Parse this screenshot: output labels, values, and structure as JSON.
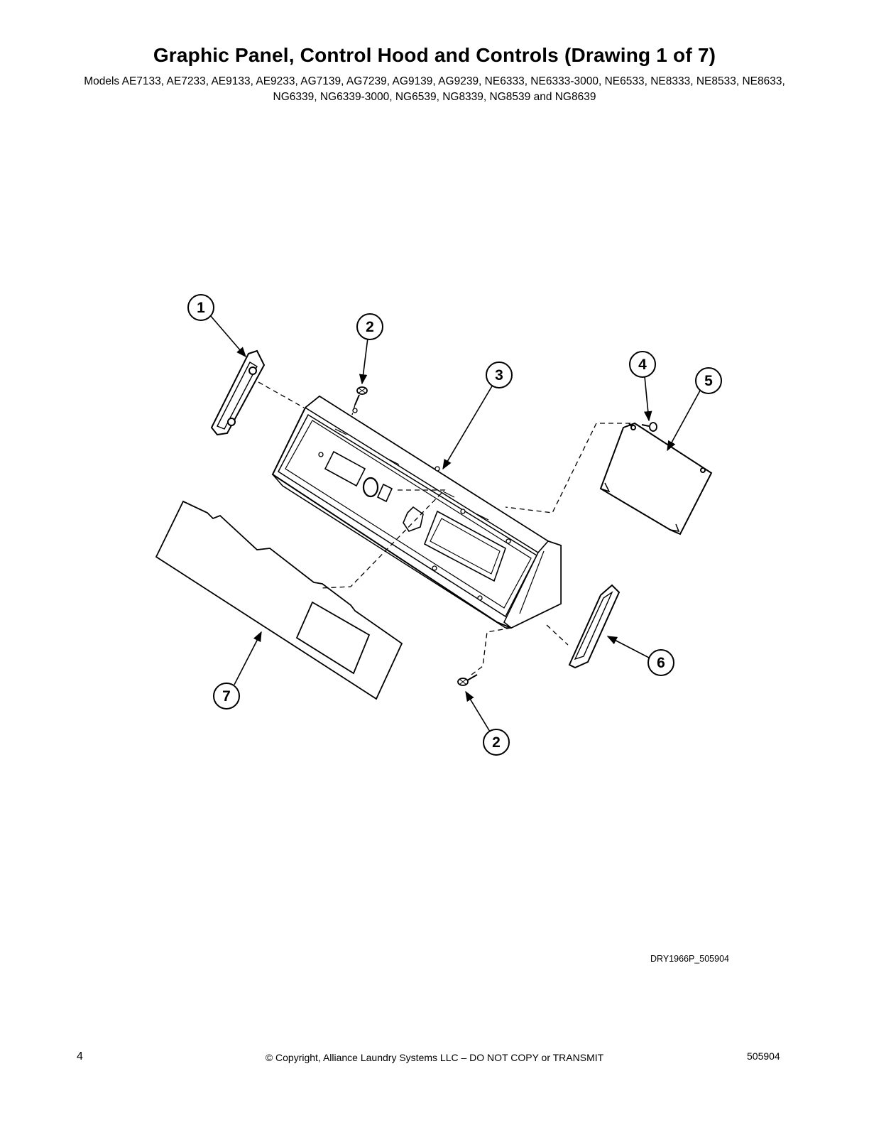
{
  "header": {
    "title": "Graphic Panel, Control Hood and Controls (Drawing 1 of 7)",
    "models": "Models AE7133, AE7233, AE9133, AE9233, AG7139, AG7239, AG9139, AG9239, NE6333, NE6333-3000, NE6533, NE8333, NE8533, NE8633, NG6339, NG6339-3000, NG6539, NG8339, NG8539 and NG8639"
  },
  "callouts": {
    "c1": "1",
    "c2a": "2",
    "c3": "3",
    "c4": "4",
    "c5": "5",
    "c6": "6",
    "c7": "7",
    "c2b": "2"
  },
  "drawing_id": "DRY1966P_505904",
  "footer": {
    "page_number": "4",
    "copyright": "© Copyright, Alliance Laundry Systems LLC – DO NOT COPY or TRANSMIT",
    "doc_number": "505904"
  }
}
